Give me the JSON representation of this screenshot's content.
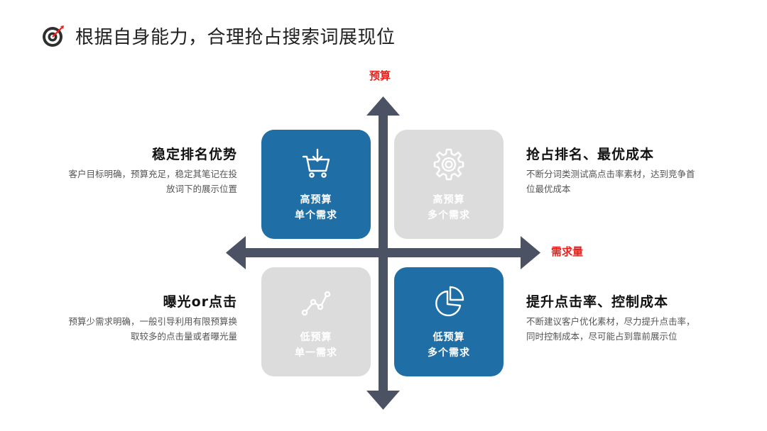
{
  "title": "根据自身能力，合理抢占搜索词展现位",
  "title_icon": "target-icon",
  "accent_colors": {
    "blue": "#1f6ea6",
    "gray": "#dcdcdc",
    "axis": "#4a5264",
    "axis_label": "#e8211d"
  },
  "axes": {
    "y_label": "预算",
    "x_label": "需求量"
  },
  "quadrants": {
    "top_left": {
      "line1": "高预算",
      "line2": "单个需求",
      "icon": "shopping-cart-icon",
      "style": "blue"
    },
    "top_right": {
      "line1": "高预算",
      "line2": "多个需求",
      "icon": "gear-icon",
      "style": "gray"
    },
    "bottom_left": {
      "line1": "低预算",
      "line2": "单一需求",
      "icon": "line-chart-icon",
      "style": "gray"
    },
    "bottom_right": {
      "line1": "低预算",
      "line2": "多个需求",
      "icon": "pie-chart-icon",
      "style": "blue"
    }
  },
  "descriptions": {
    "top_left": {
      "heading": "稳定排名优势",
      "body": "客户目标明确，预算充足，稳定其笔记在投放词下的展示位置"
    },
    "top_right": {
      "heading": "抢占排名、最优成本",
      "body": "不断分词类测试高点击率素材，达到竞争首位最优成本"
    },
    "bottom_left": {
      "heading": "曝光or点击",
      "body": "预算少需求明确，一般引导利用有限预算换取较多的点击量或者曝光量"
    },
    "bottom_right": {
      "heading": "提升点击率、控制成本",
      "body": "不断建议客户优化素材，尽力提升点击率，同时控制成本，尽可能占到靠前展示位"
    }
  }
}
